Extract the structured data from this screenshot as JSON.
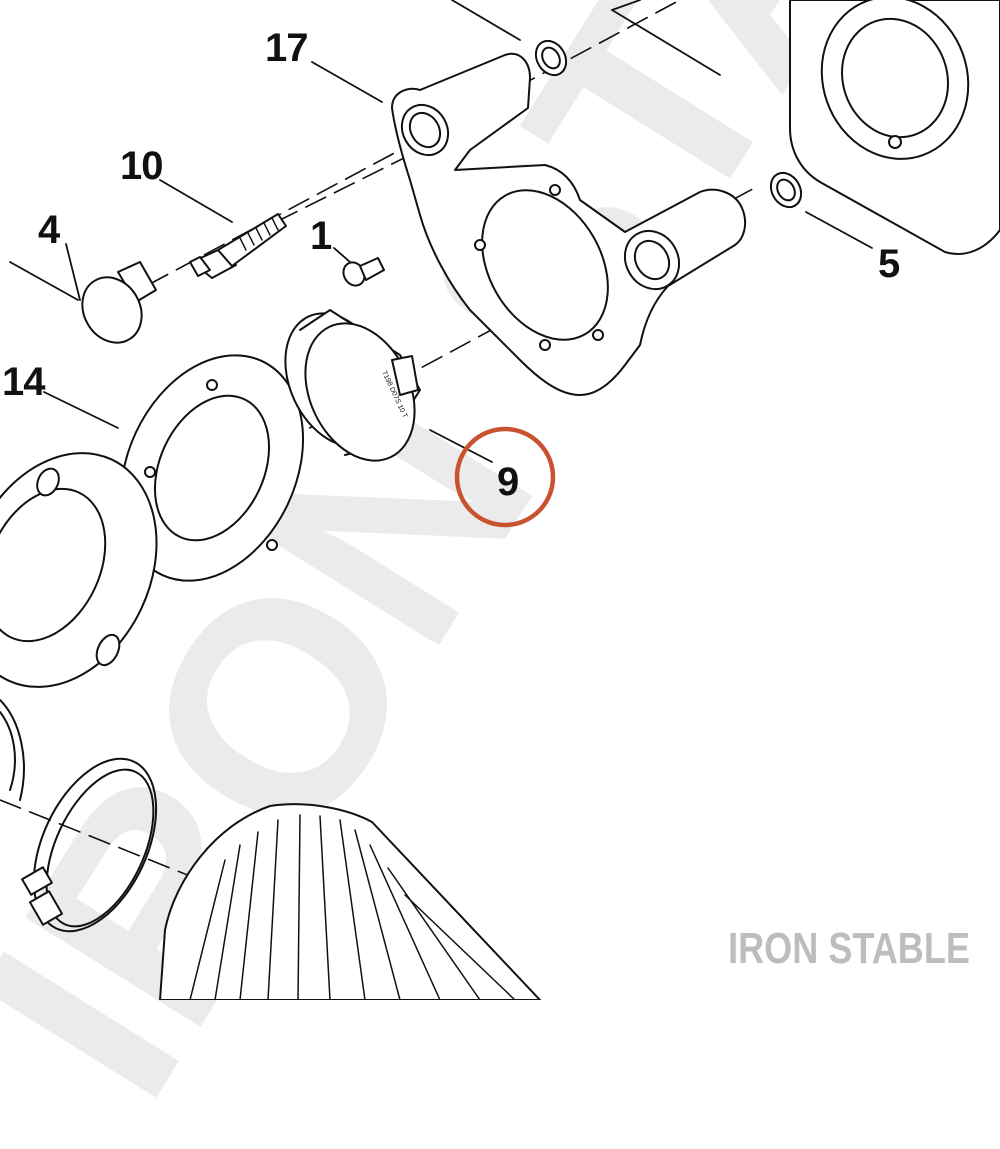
{
  "watermark": {
    "text": "IRON STABLE",
    "color": "#ebebeb"
  },
  "brand": {
    "text": "IRON STABLE",
    "color": "#bdbdbd"
  },
  "callouts": [
    {
      "id": "17",
      "label": "17"
    },
    {
      "id": "10",
      "label": "10"
    },
    {
      "id": "4",
      "label": "4"
    },
    {
      "id": "1",
      "label": "1"
    },
    {
      "id": "14",
      "label": "14"
    },
    {
      "id": "5",
      "label": "5"
    },
    {
      "id": "9",
      "label": "9"
    }
  ],
  "highlight": {
    "target": "9",
    "color": "#c8532f"
  },
  "ring_stamp": {
    "text": "T198 D07S 10 T"
  }
}
